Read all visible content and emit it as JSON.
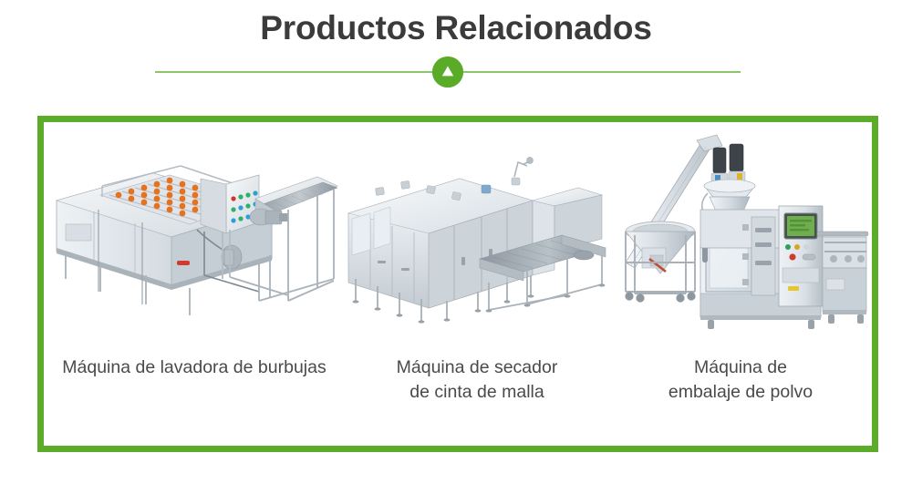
{
  "header": {
    "title": "Productos Relacionados",
    "divider_icon": "triangle-up-icon",
    "divider_color": "#8cc66c",
    "badge_color": "#5aab28",
    "title_color": "#3b3b3b"
  },
  "panel": {
    "border_color": "#5bac28",
    "background": "#ffffff"
  },
  "products": [
    {
      "caption": "Máquina de lavadora de burbujas",
      "image_name": "bubble-washing-machine-photo",
      "alt": "Máquina de lavadora de burbujas"
    },
    {
      "caption": "Máquina de secador\nde cinta de malla",
      "image_name": "mesh-belt-dryer-photo",
      "alt": "Máquina de secador de cinta de malla"
    },
    {
      "caption": "Máquina de\nembalaje de polvo",
      "image_name": "powder-packaging-machine-photo",
      "alt": "Máquina de embalaje de polvo"
    }
  ]
}
